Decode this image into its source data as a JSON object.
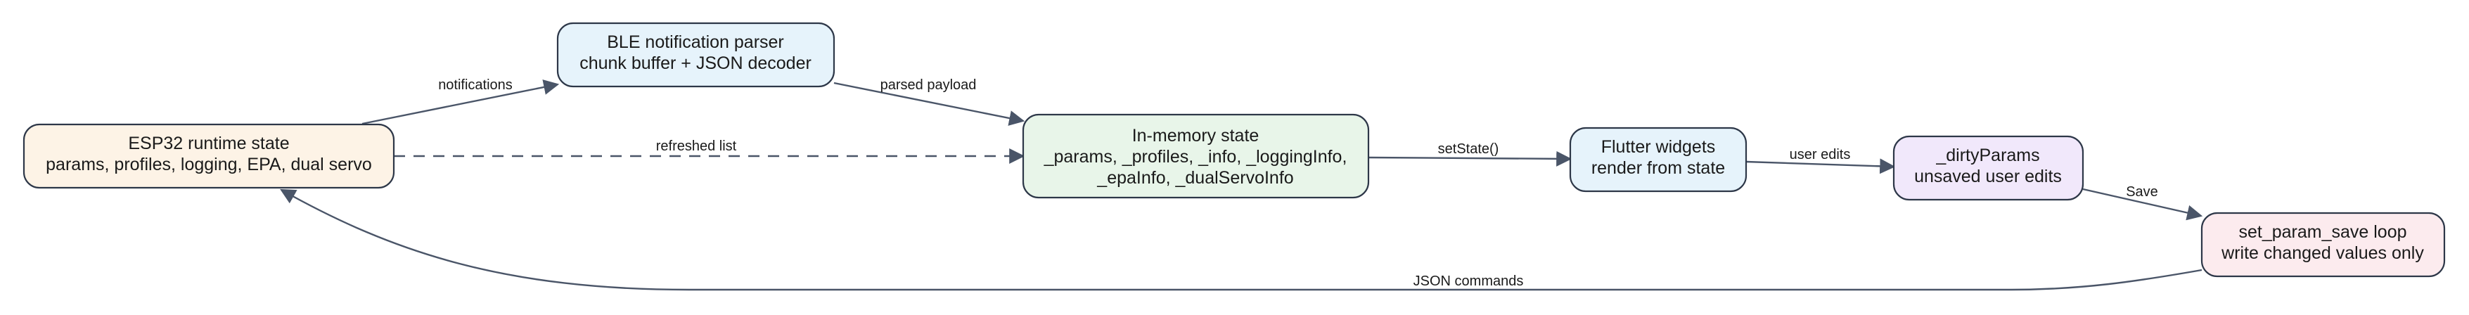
{
  "nodes": {
    "esp32": {
      "lines": [
        "ESP32 runtime state",
        "params, profiles, logging, EPA, dual servo"
      ],
      "fill": "#fdf3e6"
    },
    "ble": {
      "lines": [
        "BLE notification parser",
        "chunk buffer + JSON decoder"
      ],
      "fill": "#e6f3fb"
    },
    "memory": {
      "lines": [
        "In-memory state",
        "_params, _profiles, _info, _loggingInfo,",
        "_epaInfo, _dualServoInfo"
      ],
      "fill": "#e8f5e9"
    },
    "flutter": {
      "lines": [
        "Flutter widgets",
        "render from state"
      ],
      "fill": "#e6f3fb"
    },
    "dirty": {
      "lines": [
        "_dirtyParams",
        "unsaved user edits"
      ],
      "fill": "#f1e8fb"
    },
    "save": {
      "lines": [
        "set_param_save loop",
        "write changed values only"
      ],
      "fill": "#fcebee"
    }
  },
  "edges": {
    "notifications": "notifications",
    "parsed_payload": "parsed payload",
    "refreshed_list": "refreshed list",
    "set_state": "setState()",
    "user_edits": "user edits",
    "save": "Save",
    "json_commands": "JSON commands"
  },
  "colors": {
    "edge": "#4a5568",
    "border": "#2d3748"
  }
}
